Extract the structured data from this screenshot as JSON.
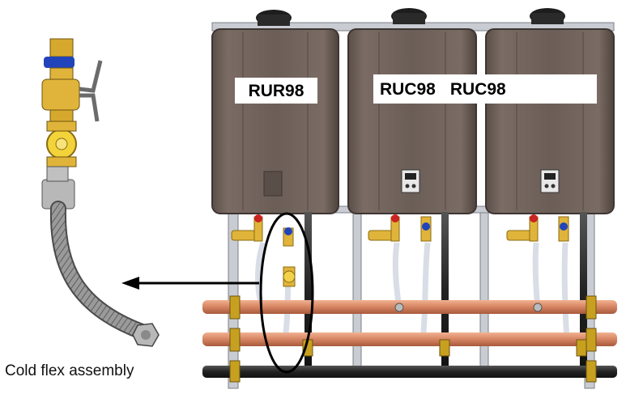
{
  "units": {
    "left": {
      "label": "RUR98"
    },
    "middle": {
      "label": "RUC98"
    },
    "right": {
      "label": "RUC98"
    }
  },
  "caption": "Cold flex assembly",
  "colors": {
    "heater_body": "#6b5e57",
    "heater_dark": "#3e3531",
    "copper_pipe": "#d98866",
    "black_pipe": "#2b2b2b",
    "brass": "#e0b43a",
    "hot_red": "#cc2222",
    "cold_blue": "#2244bb",
    "frame": "#c9ccd2"
  }
}
